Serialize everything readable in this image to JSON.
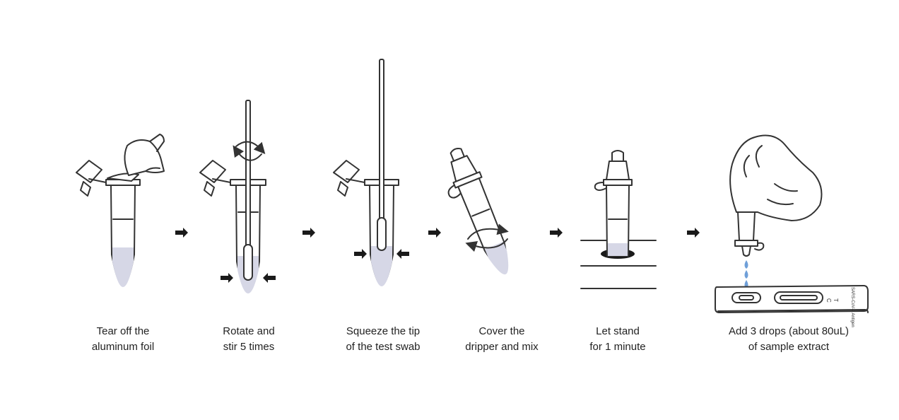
{
  "steps": [
    {
      "line1": "Tear off the",
      "line2": "aluminum foil"
    },
    {
      "line1": "Rotate and",
      "line2": "stir 5 times"
    },
    {
      "line1": "Squeeze the tip",
      "line2": "of the test swab"
    },
    {
      "line1": "Cover the",
      "line2": "dripper and mix"
    },
    {
      "line1": "Let stand",
      "line2": "for 1 minute"
    },
    {
      "line1": "Add 3 drops (about 80uL)",
      "line2": "of sample extract"
    }
  ],
  "test_card": {
    "label_c": "C",
    "label_t": "T",
    "label_side": "SARS-CoV-2 Antigen"
  },
  "colors": {
    "liquid": "#d6d7e6",
    "drop": "#6f9fd8",
    "line": "#333333"
  }
}
